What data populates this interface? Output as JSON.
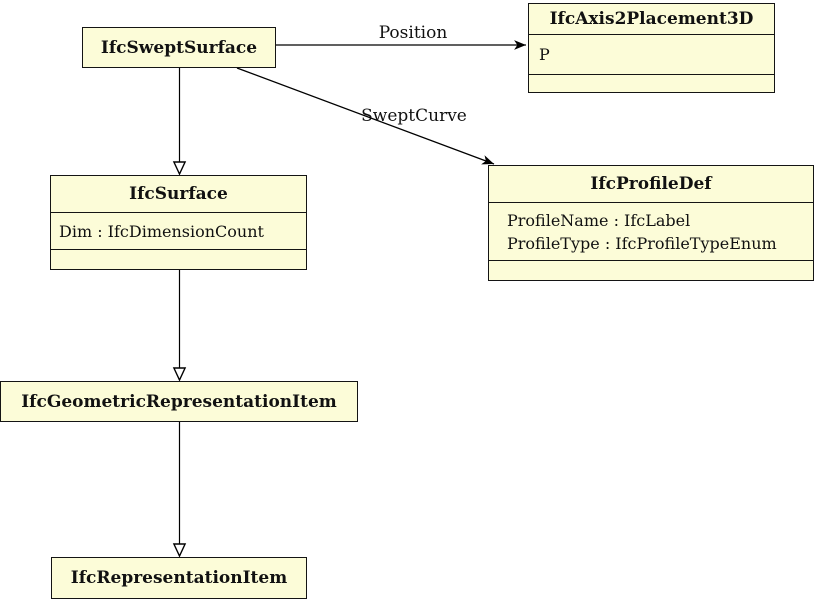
{
  "diagram": {
    "kind": "uml-class-diagram",
    "background": "#ffffff",
    "box_fill": "#fcfcd8",
    "box_border": "#141414",
    "line_color": "#000000"
  },
  "classes": [
    {
      "name": "IfcSweptSurface",
      "attributes": []
    },
    {
      "name": "IfcAxis2Placement3D",
      "attributes": [
        "P"
      ]
    },
    {
      "name": "IfcSurface",
      "attributes": [
        "Dim : IfcDimensionCount"
      ]
    },
    {
      "name": "IfcProfileDef",
      "attributes": [
        "ProfileName : IfcLabel",
        "ProfileType : IfcProfileTypeEnum"
      ]
    },
    {
      "name": "IfcGeometricRepresentationItem",
      "attributes": []
    },
    {
      "name": "IfcRepresentationItem",
      "attributes": []
    }
  ],
  "edges": {
    "associations": [
      {
        "label": "Position",
        "from": "IfcSweptSurface",
        "to": "IfcAxis2Placement3D"
      },
      {
        "label": "SweptCurve",
        "from": "IfcSweptSurface",
        "to": "IfcProfileDef"
      }
    ],
    "generalizations": [
      {
        "from": "IfcSweptSurface",
        "to": "IfcSurface"
      },
      {
        "from": "IfcSurface",
        "to": "IfcGeometricRepresentationItem"
      },
      {
        "from": "IfcGeometricRepresentationItem",
        "to": "IfcRepresentationItem"
      }
    ]
  }
}
